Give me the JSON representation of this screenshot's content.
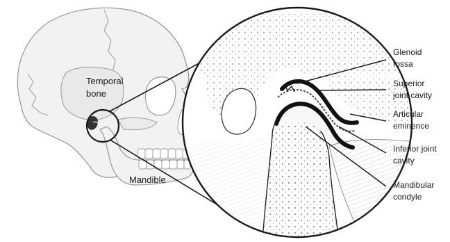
{
  "skull_labels": {
    "temporal_bone": [
      "Temporal",
      "bone"
    ],
    "mandible": "Mandible"
  },
  "joint_labels": {
    "glenoid_fossa": [
      "Glenoid",
      "fossa"
    ],
    "superior_joint_cavity": [
      "Superior",
      "joint cavity"
    ],
    "articular_eminence": [
      "Articular",
      "eminence"
    ],
    "inferior_joint_cavity": [
      "Inferior joint",
      "cavity"
    ],
    "mandibular_condyle": [
      "Mandibular",
      "condyle"
    ]
  },
  "colors": {
    "bone_fill": "#f2f2f2",
    "bone_stroke": "#9a9a9a",
    "line": "#1a1a1a",
    "cartilage": "#111111"
  }
}
